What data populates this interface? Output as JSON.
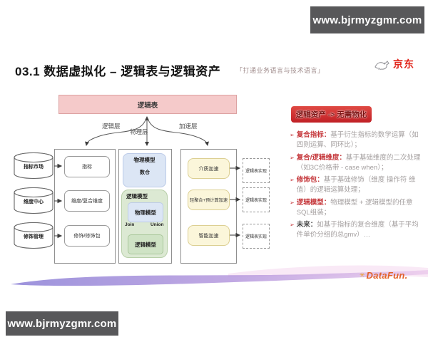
{
  "watermarks": {
    "top": "www.bjrmyzgmr.com",
    "bottom": "www.bjrmyzgmr.com"
  },
  "header": {
    "title": "03.1 数据虚拟化 – 逻辑表与逻辑资产",
    "subtitle": "「打通业务语言与技术语言」",
    "brand": "京东"
  },
  "diagram": {
    "top_bar": "逻辑表",
    "layers": [
      "逻辑层",
      "物理层",
      "加速层"
    ],
    "sources": [
      "指标市场",
      "维度中心",
      "修饰管理"
    ],
    "logical_items": [
      "指标",
      "维度/复合维度",
      "修饰/修饰包"
    ],
    "physical": {
      "outer": "物理模型",
      "cloud": "数仓",
      "logical_group": "逻辑模型",
      "inner_physical": "物理模型",
      "join": "Join",
      "union": "Union",
      "inner_logical": "逻辑模型"
    },
    "accel_items": [
      "介质加速",
      "轻聚合+预计算加速",
      "智能加速"
    ],
    "impl_items": [
      "逻辑表实现",
      "逻辑表实现",
      "逻辑表实现"
    ]
  },
  "panel": {
    "badge": "逻辑资产 -> 无需物化",
    "bullet_icon": "➢",
    "bullets": [
      {
        "label": "复合指标：",
        "text": "基于衍生指标的数学运算（如四则运算、同环比）；"
      },
      {
        "label": "复合/逻辑维度：",
        "text": "基于基础维度的二次处理（如3C价格带 - case when）；"
      },
      {
        "label": "修饰包：",
        "text": "基于基础修饰（维度 操作符 维值）的逻辑运算处理；"
      },
      {
        "label": "逻辑模型：",
        "text": "物理模型 + 逻辑模型的任意SQL组装；"
      },
      {
        "label": "未来：",
        "text": "如基于指标的复合维度（基于平均件单价分组的总gmv）…"
      }
    ]
  },
  "footer": {
    "logo": "DataFun.",
    "logo_icon": "✳"
  },
  "colors": {
    "accent_red": "#c5373b",
    "jd_red": "#e1251b",
    "pink_bar": "#f5caca",
    "blue_box": "#dce6f5",
    "green_box": "#dce9d3",
    "yellow_box": "#fbf6da",
    "badge_bg": "#c9262c",
    "watermark_bg": "#58585a"
  }
}
